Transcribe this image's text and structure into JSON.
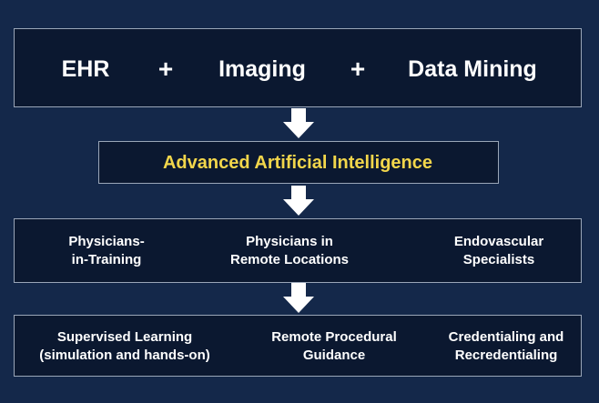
{
  "top_row": {
    "items": [
      "EHR",
      "Imaging",
      "Data Mining"
    ],
    "operator": "+"
  },
  "ai_box": {
    "label": "Advanced Artificial Intelligence"
  },
  "users_row": {
    "items": [
      [
        "Physicians-",
        "in-Training"
      ],
      [
        "Physicians in",
        "Remote Locations"
      ],
      [
        "Endovascular",
        "Specialists"
      ]
    ]
  },
  "applications_row": {
    "items": [
      [
        "Supervised Learning",
        "(simulation and hands-on)"
      ],
      [
        "Remote Procedural",
        "Guidance"
      ],
      [
        "Credentialing and",
        "Recredentialing"
      ]
    ]
  },
  "colors": {
    "background": "#14284a",
    "box_fill": "#0b1830",
    "box_border": "#9aa6b8",
    "text": "#ffffff",
    "highlight_text": "#f2d64b",
    "arrow": "#ffffff"
  },
  "icons": [
    "down-arrow-icon"
  ]
}
